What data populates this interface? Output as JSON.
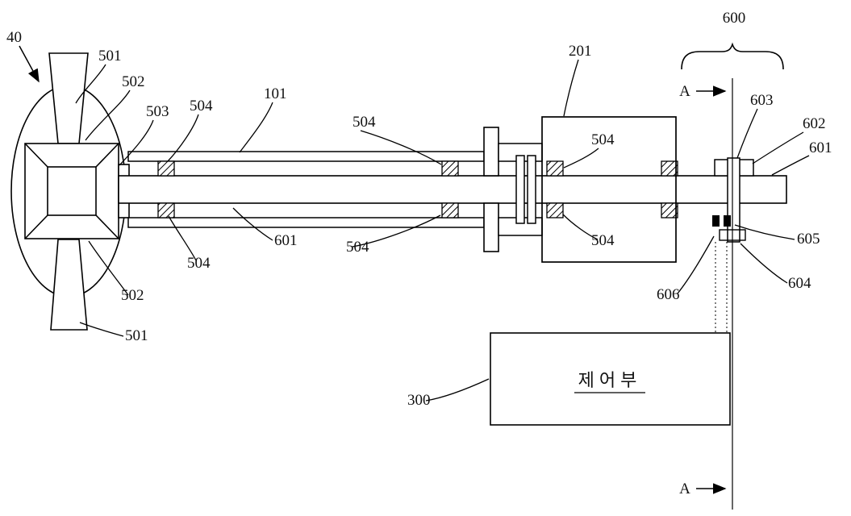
{
  "figure": {
    "controller_text": "제어부",
    "labels": {
      "fan": "40",
      "blade": "501",
      "hub": "502",
      "hub_inner": "503",
      "bearing": "504",
      "tube": "101",
      "motor": "201",
      "shaft": "601",
      "controller": "300",
      "encoder_group": "600",
      "disc_mount": "602",
      "encoder_disc": "603",
      "sensor_bracket": "604",
      "sensor_right": "605",
      "sensor_left": "606",
      "section": "A"
    }
  }
}
